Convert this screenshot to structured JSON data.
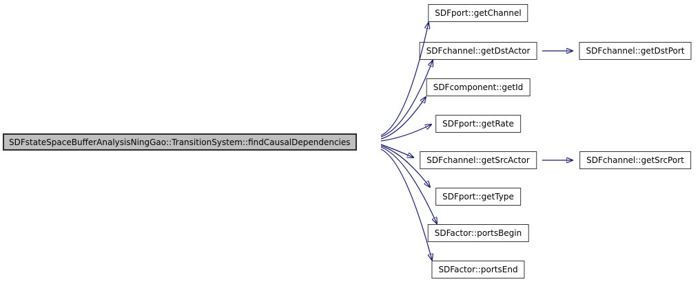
{
  "graph": {
    "kind": "call-graph",
    "nodes": [
      {
        "id": "findCausalDependencies",
        "label": "SDFstateSpaceBufferAnalysisNingGao::TransitionSystem::findCausalDependencies",
        "highlighted": true
      },
      {
        "id": "getChannel",
        "label": "SDFport::getChannel"
      },
      {
        "id": "getDstActor",
        "label": "SDFchannel::getDstActor"
      },
      {
        "id": "getDstPort",
        "label": "SDFchannel::getDstPort"
      },
      {
        "id": "getId",
        "label": "SDFcomponent::getId"
      },
      {
        "id": "getRate",
        "label": "SDFport::getRate"
      },
      {
        "id": "getSrcActor",
        "label": "SDFchannel::getSrcActor"
      },
      {
        "id": "getSrcPort",
        "label": "SDFchannel::getSrcPort"
      },
      {
        "id": "getType",
        "label": "SDFport::getType"
      },
      {
        "id": "portsBegin",
        "label": "SDFactor::portsBegin"
      },
      {
        "id": "portsEnd",
        "label": "SDFactor::portsEnd"
      }
    ],
    "edges": [
      {
        "from": "findCausalDependencies",
        "to": "getChannel"
      },
      {
        "from": "findCausalDependencies",
        "to": "getDstActor"
      },
      {
        "from": "findCausalDependencies",
        "to": "getId"
      },
      {
        "from": "findCausalDependencies",
        "to": "getRate"
      },
      {
        "from": "findCausalDependencies",
        "to": "getSrcActor"
      },
      {
        "from": "findCausalDependencies",
        "to": "getType"
      },
      {
        "from": "findCausalDependencies",
        "to": "portsBegin"
      },
      {
        "from": "findCausalDependencies",
        "to": "portsEnd"
      },
      {
        "from": "getDstActor",
        "to": "getDstPort"
      },
      {
        "from": "getSrcActor",
        "to": "getSrcPort"
      }
    ],
    "colors": {
      "edge": "#191970",
      "node_fill": "#ffffff",
      "node_border": "#353535",
      "main_fill": "#bfbfbf",
      "main_border": "#2b2b2b",
      "text": "#000000",
      "background": "#ffffff"
    }
  }
}
